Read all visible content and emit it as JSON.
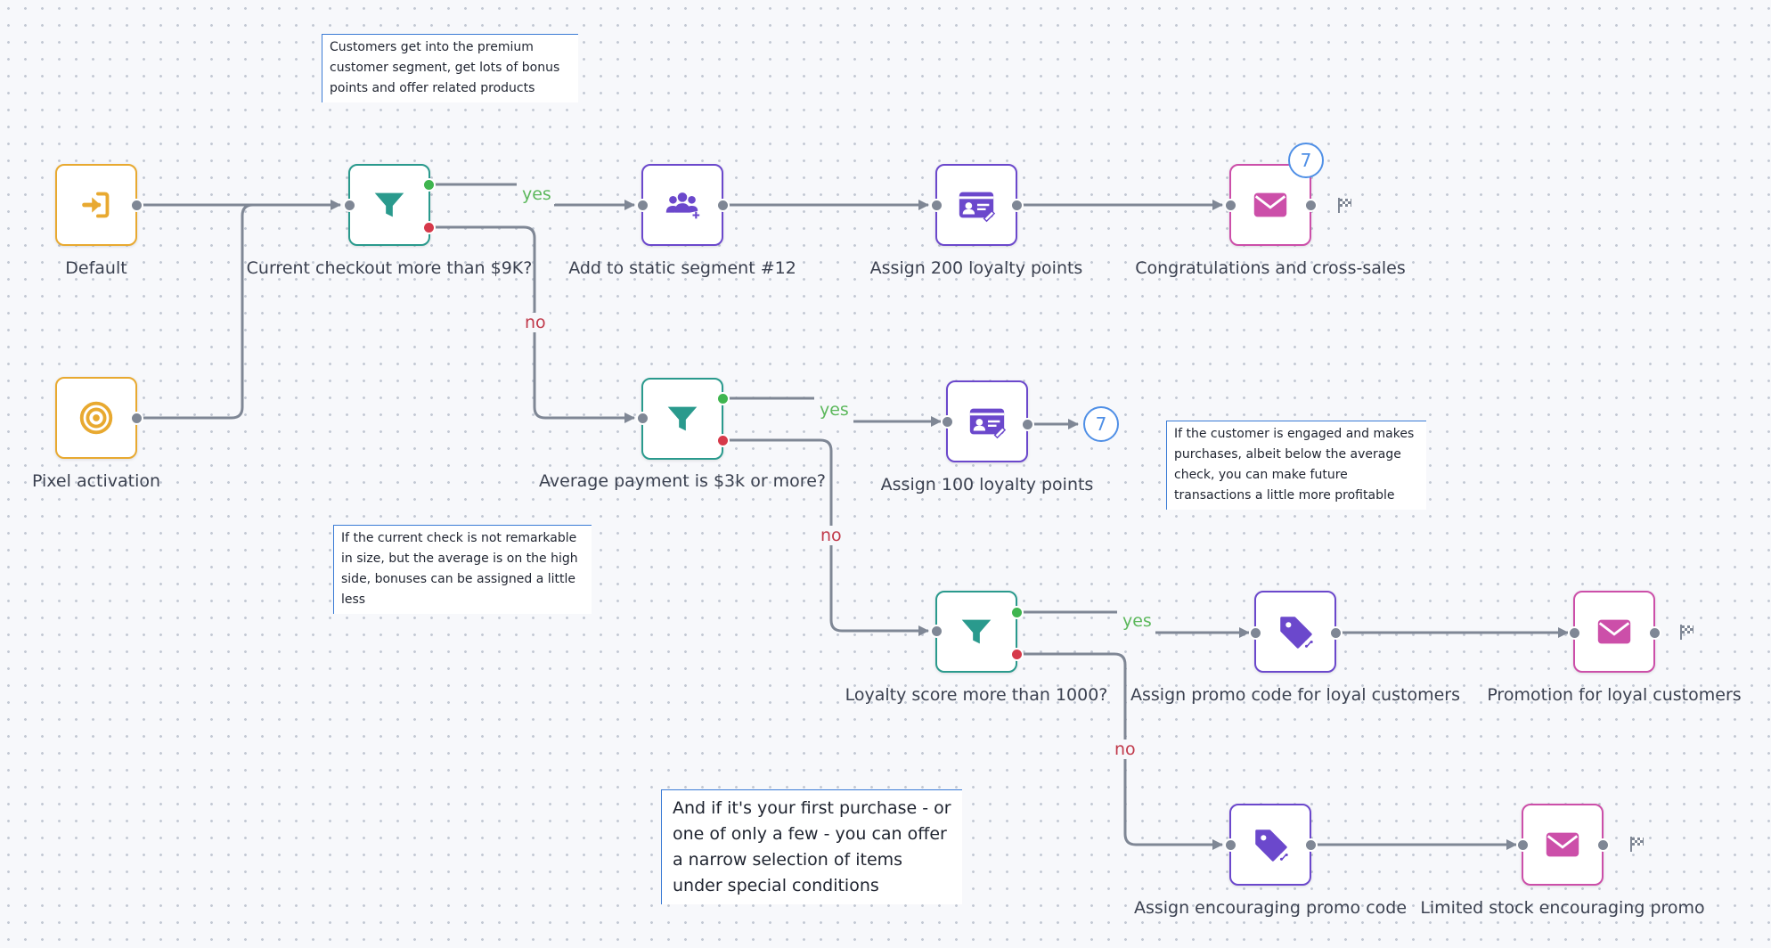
{
  "colors": {
    "orange": "#e8a930",
    "teal": "#2a9a8d",
    "purple": "#6b48cc",
    "pink": "#cc4fa9",
    "edge": "#7f8795",
    "yes": "#5cb85c",
    "no": "#c0394a",
    "counter": "#4f8fe6",
    "note_accent": "#3a7bd5"
  },
  "nodes": {
    "default": {
      "label": "Default",
      "icon": "sign-in-icon"
    },
    "pixel": {
      "label": "Pixel activation",
      "icon": "target-icon"
    },
    "checkout": {
      "label": "Current checkout more than $9K?",
      "icon": "filter-icon"
    },
    "segment": {
      "label": "Add to static segment #12",
      "icon": "users-add-icon"
    },
    "loyalty200": {
      "label": "Assign 200 loyalty points",
      "icon": "id-card-icon"
    },
    "congrats": {
      "label": "Congratulations and cross-sales",
      "icon": "envelope-icon"
    },
    "avgpay": {
      "label": "Average payment is $3k or more?",
      "icon": "filter-icon"
    },
    "loyalty100": {
      "label": "Assign 100 loyalty points",
      "icon": "id-card-icon"
    },
    "score": {
      "label": "Loyalty score more than 1000?",
      "icon": "filter-icon"
    },
    "promoLoyal": {
      "label": "Assign promo code for loyal customers",
      "icon": "tag-percent-icon"
    },
    "promotionLoyal": {
      "label": "Promotion for loyal customers",
      "icon": "envelope-icon"
    },
    "promoEncourage": {
      "label": "Assign encouraging promo code",
      "icon": "tag-percent-icon"
    },
    "limitedStock": {
      "label": "Limited stock encouraging promo",
      "icon": "envelope-icon"
    }
  },
  "branches": {
    "yes": "yes",
    "no": "no"
  },
  "counters": {
    "congrats": "7",
    "loyalty100": "7"
  },
  "notes": {
    "premium": "Customers get into the premium customer segment, get lots of bonus points and offer related products",
    "average": "If the current check is not remarkable in size, but the average is on the high side, bonuses can be assigned a little less",
    "engaged": "If the customer is engaged and makes purchases, albeit below the average check, you can make future transactions a little more profitable",
    "first": "And if it's your first purchase - or one of only a few - you can offer a narrow selection of items under special conditions"
  }
}
